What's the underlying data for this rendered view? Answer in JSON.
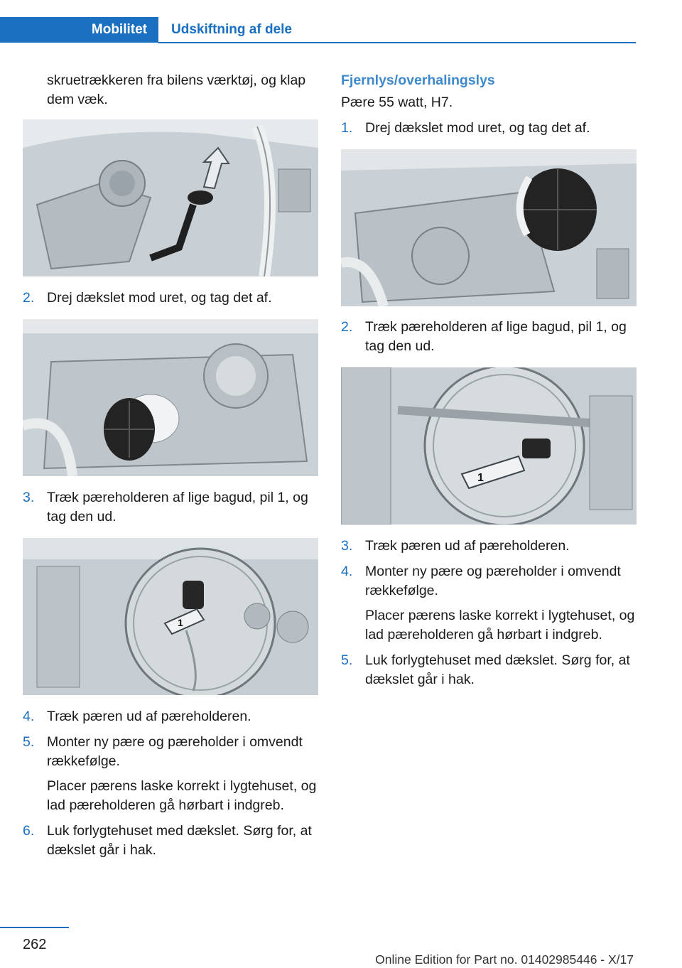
{
  "header": {
    "section": "Mobilitet",
    "chapter": "Udskiftning af dele"
  },
  "left": {
    "intro": "skruetrækkeren fra bilens værktøj, og klap dem væk.",
    "step2": {
      "num": "2.",
      "text": "Drej dækslet mod uret, og tag det af."
    },
    "step3": {
      "num": "3.",
      "text": "Træk pæreholderen af lige bagud, pil 1, og tag den ud."
    },
    "step4": {
      "num": "4.",
      "text": "Træk pæren ud af pæreholderen."
    },
    "step5": {
      "num": "5.",
      "text": "Monter ny pære og pæreholder i omvendt rækkefølge.",
      "sub": "Placer pærens laske korrekt i lygtehuset, og lad pæreholderen gå hørbart i indgreb."
    },
    "step6": {
      "num": "6.",
      "text": "Luk forlygtehuset med dækslet. Sørg for, at dækslet går i hak."
    }
  },
  "right": {
    "heading": "Fjernlys/overhalingslys",
    "bulb": "Pære 55 watt, H7.",
    "step1": {
      "num": "1.",
      "text": "Drej dækslet mod uret, og tag det af."
    },
    "step2": {
      "num": "2.",
      "text": "Træk pæreholderen af lige bagud, pil 1, og tag den ud."
    },
    "step3": {
      "num": "3.",
      "text": "Træk pæren ud af pæreholderen."
    },
    "step4": {
      "num": "4.",
      "text": "Monter ny pære og pæreholder i omvendt rækkefølge.",
      "sub": "Placer pærens laske korrekt i lygtehuset, og lad pæreholderen gå hørbart i indgreb."
    },
    "step5": {
      "num": "5.",
      "text": "Luk forlygtehuset med dækslet. Sørg for, at dækslet går i hak."
    }
  },
  "figures": {
    "arrow_label": "1"
  },
  "footer": {
    "page": "262",
    "edition": "Online Edition for Part no. 01402985446 - X/17"
  },
  "colors": {
    "accent": "#1a6fc0",
    "heading": "#3d89cc",
    "figure_bg": "#cdd4d9"
  }
}
